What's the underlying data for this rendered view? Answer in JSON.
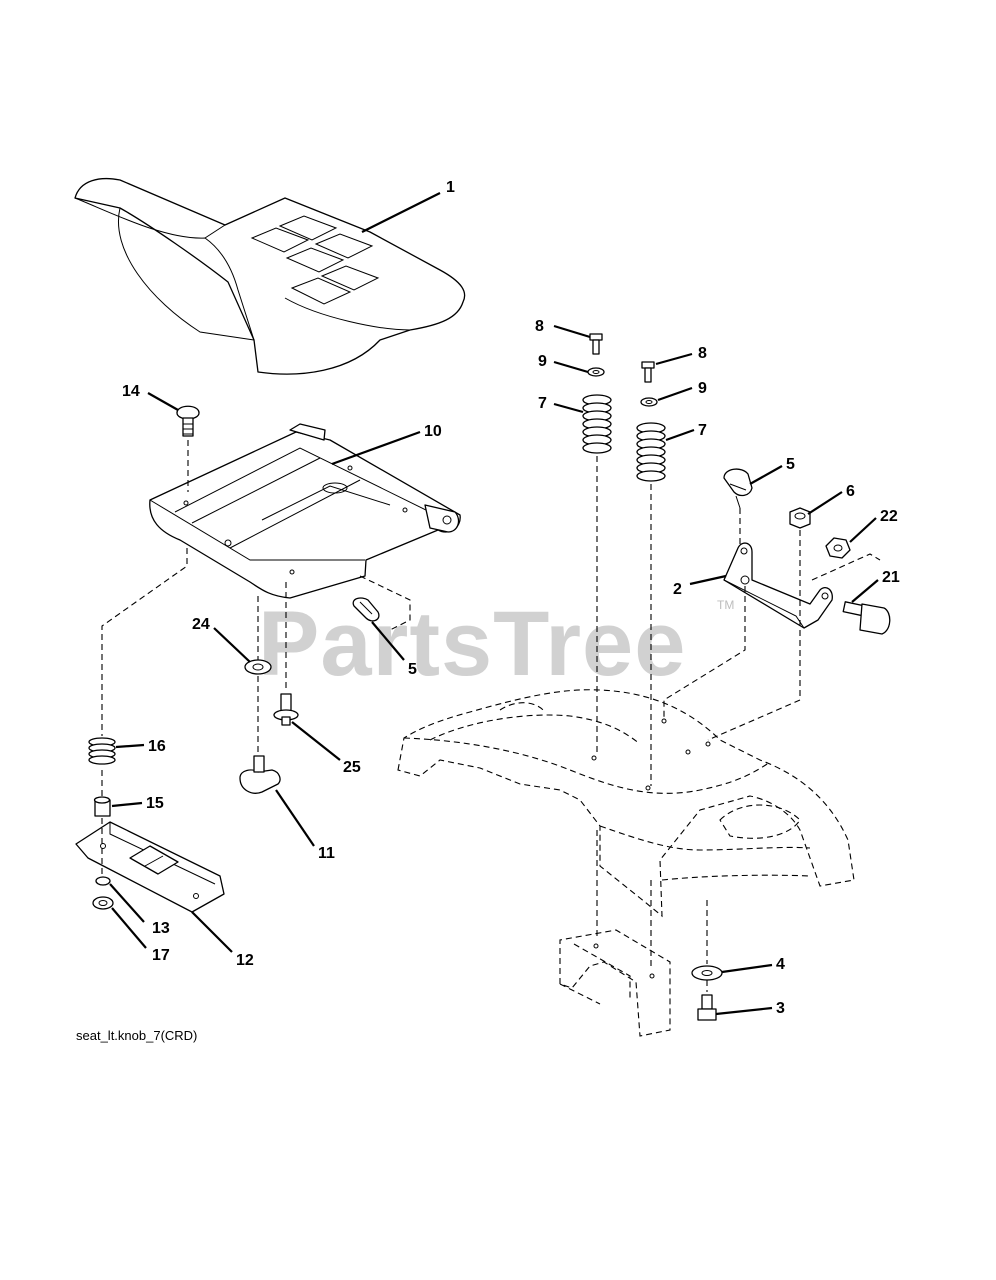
{
  "diagram": {
    "caption": "seat_lt.knob_7(CRD)",
    "watermark": "PartsTree",
    "watermark_mark": "TM"
  },
  "callouts": [
    {
      "id": "c1",
      "label": "1"
    },
    {
      "id": "c14",
      "label": "14"
    },
    {
      "id": "c10",
      "label": "10"
    },
    {
      "id": "c24",
      "label": "24"
    },
    {
      "id": "c5a",
      "label": "5"
    },
    {
      "id": "c25",
      "label": "25"
    },
    {
      "id": "c16",
      "label": "16"
    },
    {
      "id": "c15",
      "label": "15"
    },
    {
      "id": "c11",
      "label": "11"
    },
    {
      "id": "c13",
      "label": "13"
    },
    {
      "id": "c17",
      "label": "17"
    },
    {
      "id": "c12",
      "label": "12"
    },
    {
      "id": "c8a",
      "label": "8"
    },
    {
      "id": "c9a",
      "label": "9"
    },
    {
      "id": "c7a",
      "label": "7"
    },
    {
      "id": "c8b",
      "label": "8"
    },
    {
      "id": "c9b",
      "label": "9"
    },
    {
      "id": "c7b",
      "label": "7"
    },
    {
      "id": "c5b",
      "label": "5"
    },
    {
      "id": "c6",
      "label": "6"
    },
    {
      "id": "c22",
      "label": "22"
    },
    {
      "id": "c2",
      "label": "2"
    },
    {
      "id": "c21",
      "label": "21"
    },
    {
      "id": "c4",
      "label": "4"
    },
    {
      "id": "c3",
      "label": "3"
    }
  ]
}
